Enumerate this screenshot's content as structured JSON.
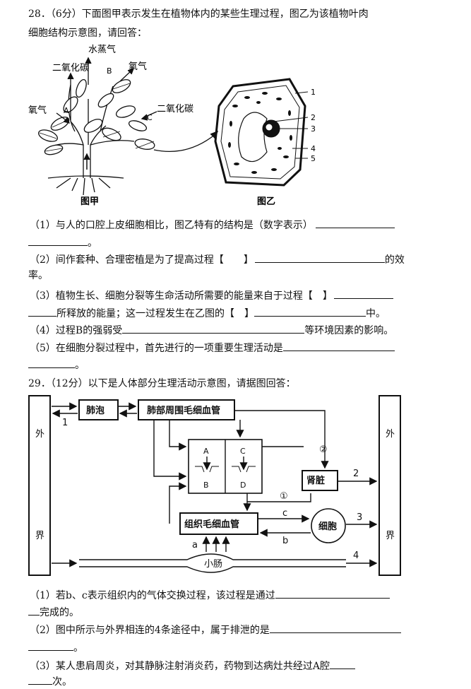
{
  "q28": {
    "stem_line1": "28．（6分）下面图甲表示发生在植物体内的某些生理过程，图乙为该植物叶肉",
    "stem_line2": "细胞结构示意图，请回答：",
    "fig_jia": {
      "caption": "图甲",
      "labels": {
        "water_vapor": "水蒸气",
        "co2_left": "二氧化碳",
        "o2_right": "氧气",
        "o2_left": "氧气",
        "co2_right": "二氧化碳",
        "A": "A",
        "B": "B",
        "C": "C"
      }
    },
    "fig_yi": {
      "caption": "图乙",
      "numbers": [
        "1",
        "2",
        "3",
        "4",
        "5"
      ]
    },
    "sub1": "（1）与人的口腔上皮细胞相比，图乙特有的结构是（数字表示）",
    "sub1_end": "。",
    "sub2_a": "（2）间作套种、合理密植是为了提高过程【　　】",
    "sub2_b": "的效",
    "sub2_c": "率。",
    "sub3_a": "（3）植物生长、细胞分裂等生命活动所需要的能量来自于过程【　】",
    "sub3_b": "所释放的能量；这一过程发生在乙图的【　】",
    "sub3_c": "中。",
    "sub4_a": "（4）过程B的强弱受",
    "sub4_b": "等环境因素的影响。",
    "sub5": "（5）在细胞分裂过程中，首先进行的一项重要生理活动是",
    "sub5_end": "。"
  },
  "q29": {
    "stem": "29．（12分）以下是人体部分生理活动示意图，请据图回答：",
    "diagram": {
      "outside_left": [
        "外",
        "界"
      ],
      "outside_right": [
        "外",
        "界"
      ],
      "alveoli": "肺泡",
      "lung_capillary": "肺部周围毛细血管",
      "kidney": "肾脏",
      "tissue_capillary": "组织毛细血管",
      "cell": "细胞",
      "small_intestine": "小肠",
      "chamber_A": "A",
      "chamber_B": "B",
      "chamber_C": "C",
      "chamber_D": "D",
      "n1": "1",
      "n2": "2",
      "n3": "3",
      "n4": "4",
      "c1": "①",
      "c2": "②",
      "a": "a",
      "b": "b",
      "c": "c"
    },
    "sub1_a": "（1）若b、c表示组织内的气体交换过程，该过程是通过",
    "sub1_b": "完成的。",
    "sub2_a": "（2）图中所示与外界相连的4条途径中，属于排泄的是",
    "sub2_end": "。",
    "sub3_a": "（3）某人患肩周炎，对其静脉注射消炎药，药物到达病灶共经过A腔",
    "sub3_b": "次。"
  }
}
